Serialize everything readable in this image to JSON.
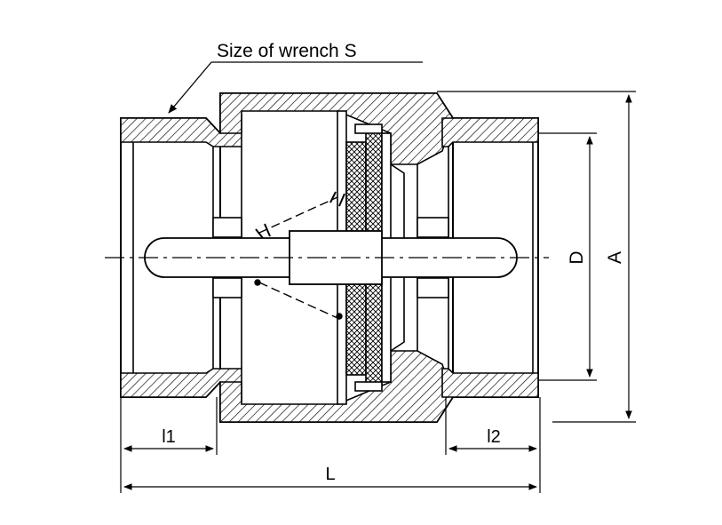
{
  "labels": {
    "wrench": "Size of wrench S",
    "d": "D",
    "a": "A",
    "l1": "l1",
    "l2": "l2",
    "l": "L"
  },
  "colors": {
    "ink": "#000000",
    "background": "#ffffff"
  }
}
